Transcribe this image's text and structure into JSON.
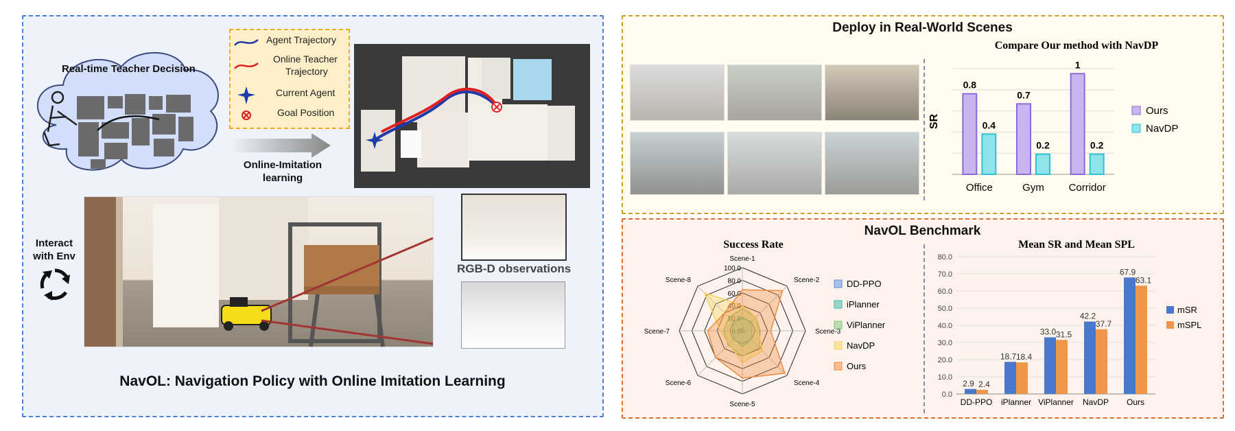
{
  "left": {
    "cloud_title": "Real-time Teacher Decision",
    "legend": {
      "agent_trajectory": "Agent Trajectory",
      "online_teacher_line1": "Online Teacher",
      "online_teacher_line2": "Trajectory",
      "current_agent": "Current Agent",
      "goal_position": "Goal Position"
    },
    "arrow_label_line1": "Online-Imitation",
    "arrow_label_line2": "learning",
    "interact_line1": "Interact",
    "interact_line2": "with Env",
    "rgbd_label": "RGB-D observations",
    "footer_title": "NavOL: Navigation Policy with Online Imitation Learning",
    "colors": {
      "agent": "#1e3aa8",
      "teacher": "#e02020",
      "border": "#4a7fd4"
    }
  },
  "deploy": {
    "title": "Deploy in Real-World Scenes",
    "chart_title": "Compare Our method with NavDP",
    "ylabel": "SR",
    "legend_ours": "Ours",
    "legend_navdp": "NavDP",
    "colors": {
      "ours": "#c9b6f0",
      "ours_edge": "#8d6ad8",
      "navdp": "#8fe3ea",
      "navdp_edge": "#32c1d0"
    }
  },
  "bench": {
    "title": "NavOL Benchmark",
    "radar_title": "Success Rate",
    "bar_title": "Mean SR and Mean SPL",
    "colors": {
      "ddppo": "#5a8de0",
      "iplanner": "#3bb8a8",
      "viplanner": "#7cc576",
      "navdp": "#f5d45a",
      "ours": "#f08a3c",
      "msr": "#4a78cc",
      "mspl": "#f0964a"
    }
  },
  "chart_data": [
    {
      "type": "bar",
      "title": "Compare Our method with NavDP",
      "categories": [
        "Office",
        "Gym",
        "Corridor"
      ],
      "series": [
        {
          "name": "Ours",
          "values": [
            0.8,
            0.7,
            1
          ]
        },
        {
          "name": "NavDP",
          "values": [
            0.4,
            0.2,
            0.2
          ]
        }
      ],
      "ylabel": "SR",
      "ylim": [
        0,
        1.05
      ],
      "grid": true,
      "legend": "right"
    },
    {
      "type": "radar",
      "title": "Success Rate",
      "axes": [
        "Scene-1",
        "Scene-2",
        "Scene-3",
        "Scene-4",
        "Scene-5",
        "Scene-6",
        "Scene-7",
        "Scene-8"
      ],
      "ticks": [
        "0.0",
        "20.0",
        "40.0",
        "60.0",
        "80.0",
        "100.0"
      ],
      "range": [
        0,
        100
      ],
      "series": [
        {
          "name": "DD-PPO",
          "values": [
            5,
            3,
            2,
            4,
            2,
            3,
            2,
            3
          ]
        },
        {
          "name": "iPlanner",
          "values": [
            22,
            18,
            15,
            20,
            25,
            18,
            15,
            20
          ]
        },
        {
          "name": "ViPlanner",
          "values": [
            35,
            30,
            28,
            38,
            40,
            32,
            30,
            30
          ]
        },
        {
          "name": "NavDP",
          "values": [
            40,
            30,
            25,
            45,
            50,
            30,
            35,
            85
          ]
        },
        {
          "name": "Ours",
          "values": [
            65,
            90,
            45,
            95,
            75,
            60,
            55,
            40
          ]
        }
      ],
      "legend": "right"
    },
    {
      "type": "bar",
      "title": "Mean SR and Mean SPL",
      "categories": [
        "DD-PPO",
        "iPlanner",
        "ViPlanner",
        "NavDP",
        "Ours"
      ],
      "series": [
        {
          "name": "mSR",
          "values": [
            2.9,
            18.7,
            33.0,
            42.2,
            67.9
          ]
        },
        {
          "name": "mSPL",
          "values": [
            2.4,
            18.4,
            31.5,
            37.7,
            63.1
          ]
        }
      ],
      "ylim": [
        0,
        80
      ],
      "yticks": [
        "0.0",
        "10.0",
        "20.0",
        "30.0",
        "40.0",
        "50.0",
        "60.0",
        "70.0",
        "80.0"
      ],
      "grid": true,
      "legend": "right"
    }
  ]
}
